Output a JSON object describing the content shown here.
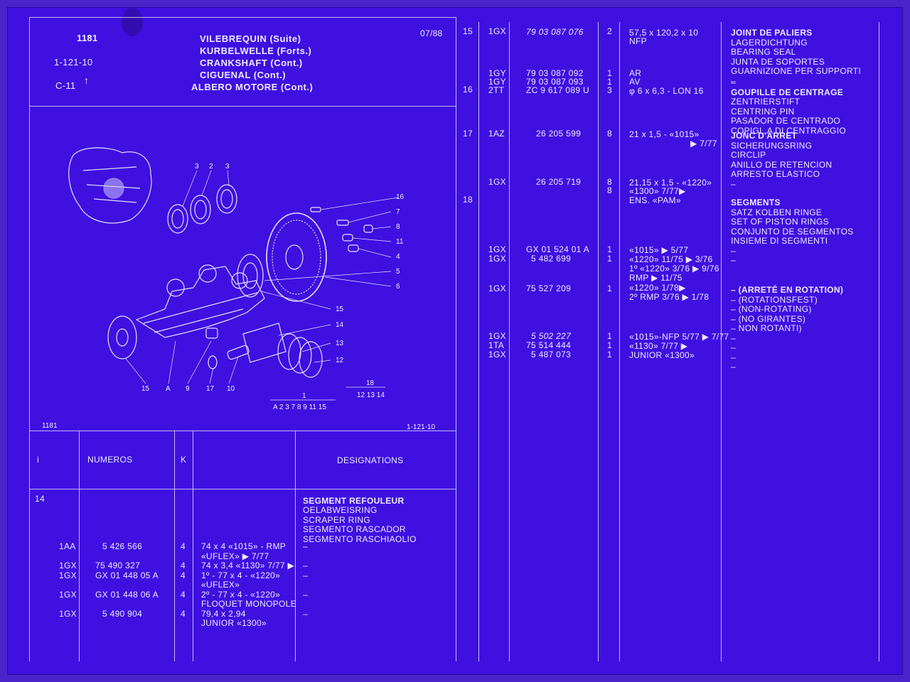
{
  "header": {
    "page_number": "1181",
    "group_code": "1-121-10",
    "sub_code": "C-11",
    "date": "07/88",
    "titles": [
      "VILEBREQUIN (Suite)",
      "KURBELWELLE (Forts.)",
      "CRANKSHAFT (Cont.)",
      "CIGUENAL (Cont.)",
      "ALBERO MOTORE (Cont.)"
    ]
  },
  "diagram": {
    "ref_left": "1181",
    "ref_right": "1-121-10",
    "callouts_top": [
      "3",
      "2",
      "3"
    ],
    "callouts_right": [
      "16",
      "7",
      "8",
      "11",
      "4",
      "5",
      "6",
      "15",
      "14",
      "13",
      "12"
    ],
    "callouts_bottom": [
      "15",
      "A",
      "9",
      "17",
      "10"
    ],
    "group_18_label": "18",
    "group_18_parts": "12 13 14",
    "group_1_label": "1",
    "group_1_parts": "A 2 3 7 8 9 11 15"
  },
  "table_header": {
    "col_index": "i",
    "col_numbers": "NUMEROS",
    "col_k": "K",
    "col_designations": "DESIGNATIONS"
  },
  "left_rows": {
    "index": "14",
    "title": "SEGMENT REFOULEUR",
    "translations": [
      "OELABWEISRING",
      "SCRAPER RING",
      "SEGMENTO RASCADOR",
      "SEGMENTO RASCHIAOLIO"
    ],
    "codes": [
      "1AA",
      "1GX",
      "1GX",
      "1GX",
      "1GX"
    ],
    "numbers": [
      "5 426 566",
      "75 490 327",
      "GX 01 448 05 A",
      "GX 01 448 06 A",
      "5 490 904"
    ],
    "qty": [
      "4",
      "4",
      "4",
      "4",
      "4"
    ],
    "specs": [
      "74 x 4 «1015» - RMP",
      "«UFLEX»   ▶ 7/77",
      "74 x 3,4 «1130» 7/77 ▶",
      "1º - 77 x 4 - «1220»",
      "«UFLEX»",
      "2º - 77 x 4 - «1220»",
      "FLOQUET MONOPOLE",
      "79,4 x 2,94",
      "JUNIOR «1300»"
    ],
    "dashes": [
      "–",
      "–",
      "–",
      "–",
      "–"
    ]
  },
  "right_rows": {
    "index": [
      "15",
      "16",
      "17",
      "18"
    ],
    "codes": [
      "1GX",
      "1GY",
      "1GY",
      "2TT",
      "1AZ",
      "1GX",
      "1GX",
      "1GX",
      "1GX",
      "1GX",
      "1TA",
      "1GX"
    ],
    "numbers": [
      "79 03 087 076",
      "79 03 087 092",
      "79 03 087 093",
      "ZC 9 617 089 U",
      "26 205 599",
      "26 205 719",
      "GX 01 524 01 A",
      "5 482 699",
      "75 527 209",
      "5 502 227",
      "75 514 444",
      "5 487 073"
    ],
    "qty": [
      "2",
      "1",
      "1",
      "3",
      "8",
      "8",
      "8",
      "1",
      "1",
      "1",
      "1",
      "1",
      "1"
    ],
    "specs": [
      "57,5 x 120,2 x 10",
      "NFP",
      "AR",
      "AV",
      "φ 6 x 6,3 - LON 16",
      "21 x 1,5 - «1015»",
      "▶ 7/77",
      "21,15 x 1,5 - «1220»",
      "«1300»         7/77▶",
      "ENS. «PAM»",
      "«1015»          ▶ 5/77",
      "«1220»  11/75   ▶ 3/76",
      "1º «1220»   3/76 ▶ 9/76",
      "RMP              ▶ 11/75",
      "«1220»          1/78▶",
      "2º RMP    3/76 ▶ 1/78",
      "«1015»-NFP 5/77 ▶ 7/77",
      "«1130»          7/77 ▶",
      "JUNIOR «1300»"
    ],
    "desc_joint": [
      "JOINT DE PALIERS",
      "LAGERDICHTUNG",
      "BEARING SEAL",
      "JUNTA DE SOPORTES",
      "GUARNIZIONE PER SUPPORTI",
      "–"
    ],
    "desc_goupille": [
      "–",
      "GOUPILLE DE CENTRAGE",
      "ZENTRIERSTIFT",
      "CENTRING PIN",
      "PASADOR DE CENTRADO",
      "COPIGL.A DI CENTRAGGIO"
    ],
    "desc_jonc": [
      "JONC D'ARRET",
      "SICHERUNGSRING",
      "CIRCLIP",
      "ANILLO DE RETENCION",
      "ARRESTO ELASTICO",
      "–"
    ],
    "desc_segments": [
      "SEGMENTS",
      "SATZ KOLBEN RINGE",
      "SET OF PISTON RINGS",
      "CONJUNTO DE SEGMENTOS",
      "INSIEME DI SEGMENTI",
      "–",
      "–"
    ],
    "desc_arrete": [
      "– (ARRETÉ EN ROTATION)",
      "– (ROTATIONSFEST)",
      "– (NON-ROTATING)",
      "– (NO GIRANTES)",
      "– NON ROTANTI)",
      "–",
      "–",
      "–",
      "–"
    ]
  }
}
